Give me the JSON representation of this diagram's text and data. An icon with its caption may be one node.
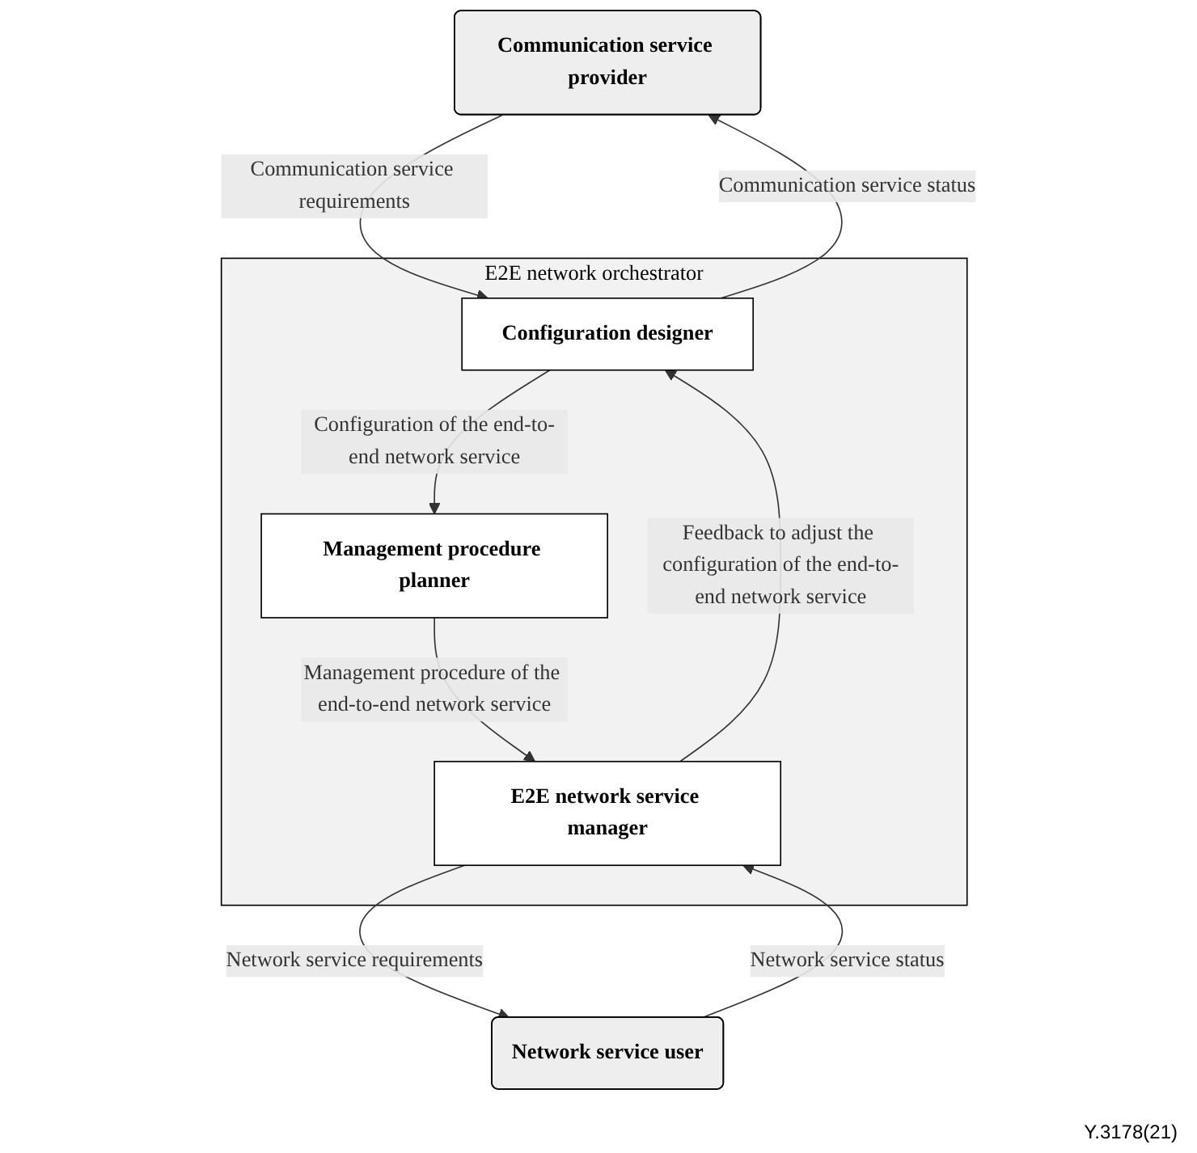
{
  "diagram": {
    "nodes": [
      {
        "text": [
          "Communication service provider"
        ]
      },
      {
        "text": [
          "E2E network orchestrator"
        ]
      },
      {
        "text": [
          "Configuration designer"
        ],
        "in": 1
      },
      {
        "text": [
          "Management procedure planner"
        ],
        "in": 1
      },
      {
        "text": [
          "E2E network service manager"
        ],
        "in": 1
      },
      {
        "text": [
          "Network service user"
        ]
      }
    ],
    "edges": [
      {
        "from": 0,
        "to": 2,
        "arrow": "to",
        "label": "Communication service requirements"
      },
      {
        "from": 2,
        "to": 0,
        "arrow": "to",
        "label": "Communication service status"
      },
      {
        "from": 2,
        "to": 3,
        "arrow": "to",
        "label": "Configuration of the end-to-end network service"
      },
      {
        "from": 3,
        "to": 4,
        "arrow": "to",
        "label": "Management procedure of the end-to-end network service"
      },
      {
        "from": 4,
        "to": 2,
        "arrow": "to",
        "label": "Feedback to adjust the configuration of the end-to-end network service"
      },
      {
        "from": 4,
        "to": 5,
        "arrow": "to",
        "label": "Network service requirements"
      },
      {
        "from": 5,
        "to": 4,
        "arrow": "to",
        "label": "Network service status"
      }
    ],
    "labels": [
      "Y.3178(21)"
    ]
  }
}
